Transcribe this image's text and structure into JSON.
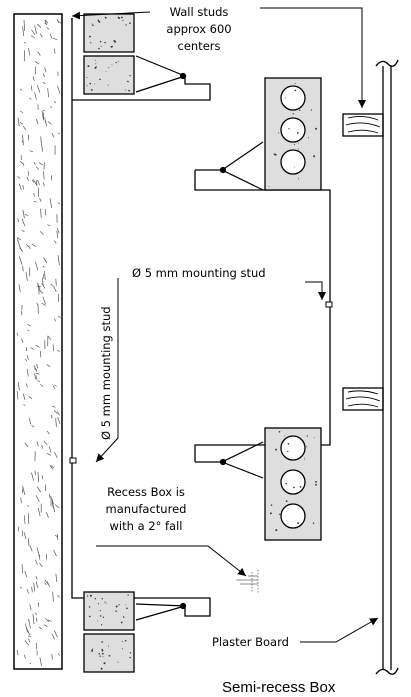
{
  "labels": {
    "wall_studs_line1": "Wall studs",
    "wall_studs_line2": "approx 600",
    "wall_studs_line3": "centers",
    "mounting_stud_horizontal": "Ø 5 mm mounting stud",
    "mounting_stud_vertical": "Ø 5 mm mounting stud",
    "recess_line1": "Recess Box is",
    "recess_line2": "manufactured",
    "recess_line3": "with a 2° fall",
    "plaster_board": "Plaster Board",
    "caption": "Semi-recess Box"
  }
}
